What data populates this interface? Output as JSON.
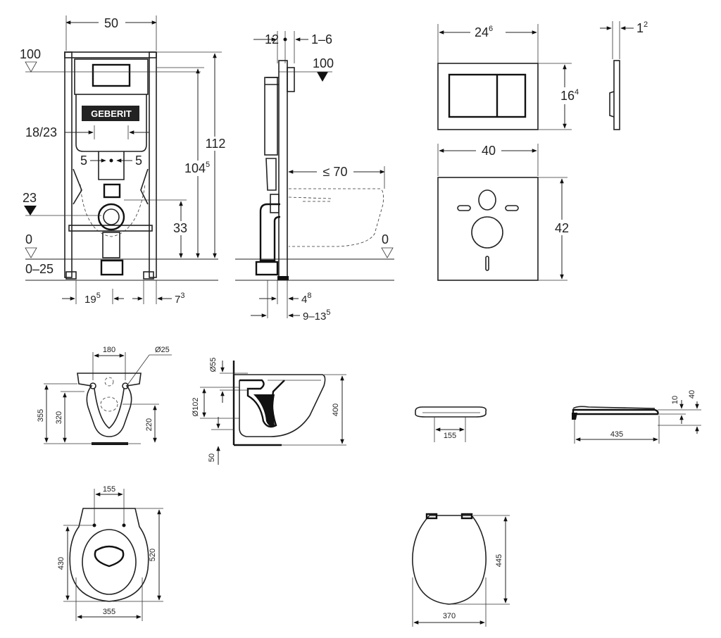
{
  "frame": {
    "width": "50",
    "level_top": "100",
    "outlet_span": "18/23",
    "connector_offset": "5",
    "inlet_height": "23",
    "height_total": "112",
    "height_inner": "104",
    "height_inner_sup": "5",
    "outlet_height": "33",
    "floor_level": "0",
    "floor_range": "0–25",
    "foot_span": "19",
    "foot_span_sup": "5",
    "foot_offset": "7",
    "foot_offset_sup": "3",
    "brand_label": "GEBERIT"
  },
  "side": {
    "depth": "12",
    "adjust": "1–6",
    "level_top": "100",
    "projection": "≤ 70",
    "floor_level": "0",
    "foot_depth": "4",
    "foot_depth_sup": "8",
    "wall_range": "9–13",
    "wall_range_sup": "5"
  },
  "plate": {
    "width": "24",
    "width_sup": "6",
    "height": "16",
    "height_sup": "4",
    "thickness": "1",
    "thickness_sup": "2"
  },
  "pad": {
    "width": "40",
    "height": "42"
  },
  "bowl_front": {
    "hole_spacing": "180",
    "hole_diameter": "Ø25",
    "height_total": "355",
    "height_rim": "320",
    "height_outlet": "220"
  },
  "bowl_side": {
    "inlet_diameter": "Ø55",
    "outlet_diameter": "Ø102",
    "height": "400",
    "offset": "50"
  },
  "seat_front": {
    "hinge_spacing": "155"
  },
  "seat_side": {
    "length": "435",
    "thickness_seat": "10",
    "thickness_total": "40"
  },
  "bowl_top": {
    "hole_spacing": "155",
    "length_holes": "430",
    "length_total": "520",
    "width": "355"
  },
  "seat_top": {
    "length": "445",
    "width": "370"
  }
}
